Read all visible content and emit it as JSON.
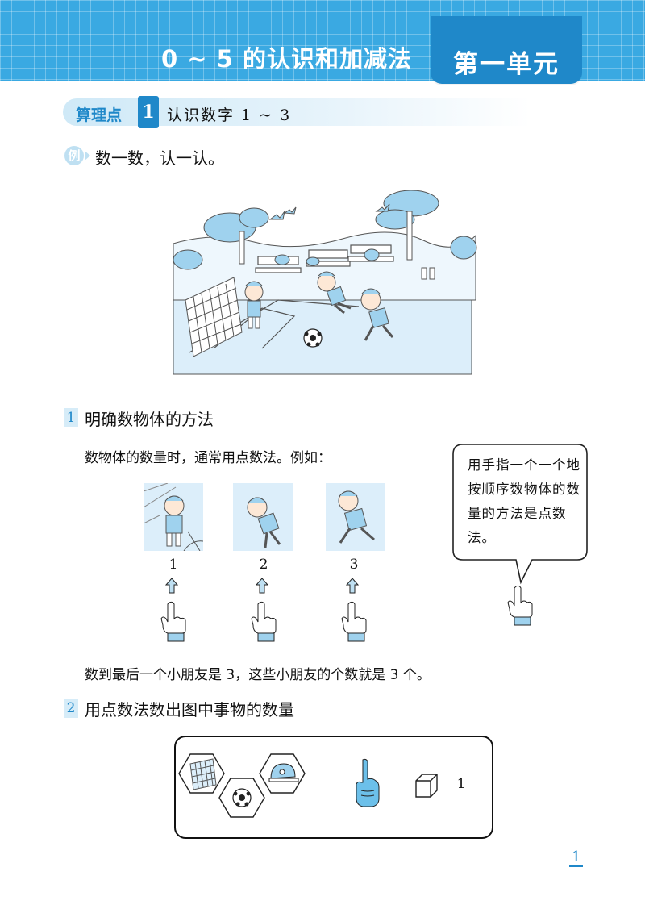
{
  "header": {
    "title": "0 ~ 5 的认识和加减法",
    "unit": "第一单元"
  },
  "section": {
    "label": "算理点",
    "number": "1",
    "title": "认识数字 1 ~ 3"
  },
  "example": {
    "badge": "例",
    "text": "数一数，认一认。"
  },
  "sub1": {
    "number": "1",
    "title": "明确数物体的方法",
    "intro": "数物体的数量时，通常用点数法。例如：",
    "counts": [
      "1",
      "2",
      "3"
    ],
    "bubble": "用手指一个一个地按顺序数物体的数量的方法是点数法。",
    "conclusion": "数到最后一个小朋友是 3，这些小朋友的个数就是 3 个。"
  },
  "sub2": {
    "number": "2",
    "title": "用点数法数出图中事物的数量",
    "count": "1"
  },
  "page_number": "1",
  "colors": {
    "primary_blue": "#1f88c9",
    "header_blue": "#3aa9e2",
    "light_blue": "#bfe0f2"
  }
}
